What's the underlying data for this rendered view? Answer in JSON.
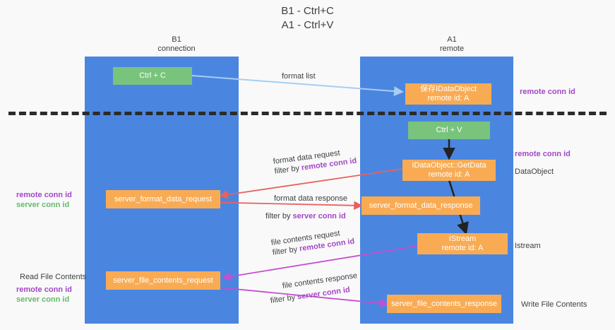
{
  "title": {
    "line1": "B1 - Ctrl+C",
    "line2": "A1 - Ctrl+V"
  },
  "lanes": [
    {
      "id": "b1",
      "name": "B1",
      "sub": "connection"
    },
    {
      "id": "a1",
      "name": "A1",
      "sub": "remote"
    }
  ],
  "nodes": {
    "ctrl_c": {
      "label": "Ctrl + C",
      "color": "#79c47d"
    },
    "save_idataobject": {
      "line1": "保存IDataObject",
      "line2": "remote id: A",
      "color": "#f9ab54"
    },
    "ctrl_v": {
      "label": "Ctrl + V",
      "color": "#79c47d"
    },
    "getdata": {
      "line1": "IDataObject::GetData",
      "line2": "remote id: A",
      "color": "#f9ab54"
    },
    "fmt_req": {
      "label": "server_format_data_request",
      "color": "#f9ab54"
    },
    "fmt_resp": {
      "label": "server_format_data_response",
      "color": "#f9ab54"
    },
    "istream": {
      "line1": "IStream",
      "line2": "remote id: A",
      "color": "#f9ab54"
    },
    "file_req": {
      "label": "server_file_contents_request",
      "color": "#f9ab54"
    },
    "file_resp": {
      "label": "server_file_contents_response",
      "color": "#f9ab54"
    }
  },
  "edges": {
    "format_list": {
      "label": "format list",
      "color": "#a8cdf0"
    },
    "fmt_data_req": {
      "label_main": "format data request",
      "label_pre": "filter by ",
      "label_key": "remote conn id",
      "color": "#e8615e"
    },
    "fmt_data_resp": {
      "label_main": "format data response",
      "label_pre": "filter by ",
      "label_key": "server conn id",
      "color": "#e8615e"
    },
    "file_contents_req": {
      "label_main": "file contents request",
      "label_pre": "filter by ",
      "label_key": "remote conn id",
      "color": "#c44fd0"
    },
    "file_contents_resp": {
      "label_main": "file contents response",
      "label_pre": "filter by ",
      "label_key": "server conn id",
      "color": "#c44fd0"
    }
  },
  "annotations": {
    "right_remote_conn_id_top": "remote conn id",
    "right_remote_conn_id_mid": "remote conn id",
    "right_dataobject": "DataObject",
    "right_istream": "Istream",
    "right_write_file_contents": "Write File Contents",
    "left_read_file_contents": "Read File Contents",
    "left_remote_conn_id_1": "remote conn id",
    "left_server_conn_id_1": "server conn id",
    "left_remote_conn_id_2": "remote conn id",
    "left_server_conn_id_2": "server conn id"
  },
  "colors": {
    "lane": "#4a86e0",
    "background": "#f9f9f9",
    "green_node": "#79c47d",
    "orange_node": "#f9ab54",
    "purple_text": "#a347c6",
    "green_text": "#63bb6a",
    "red_arrow": "#e8615e",
    "magenta_arrow": "#c44fd0",
    "lightblue_arrow": "#a8cdf0",
    "divider": "#2b2b2b"
  }
}
